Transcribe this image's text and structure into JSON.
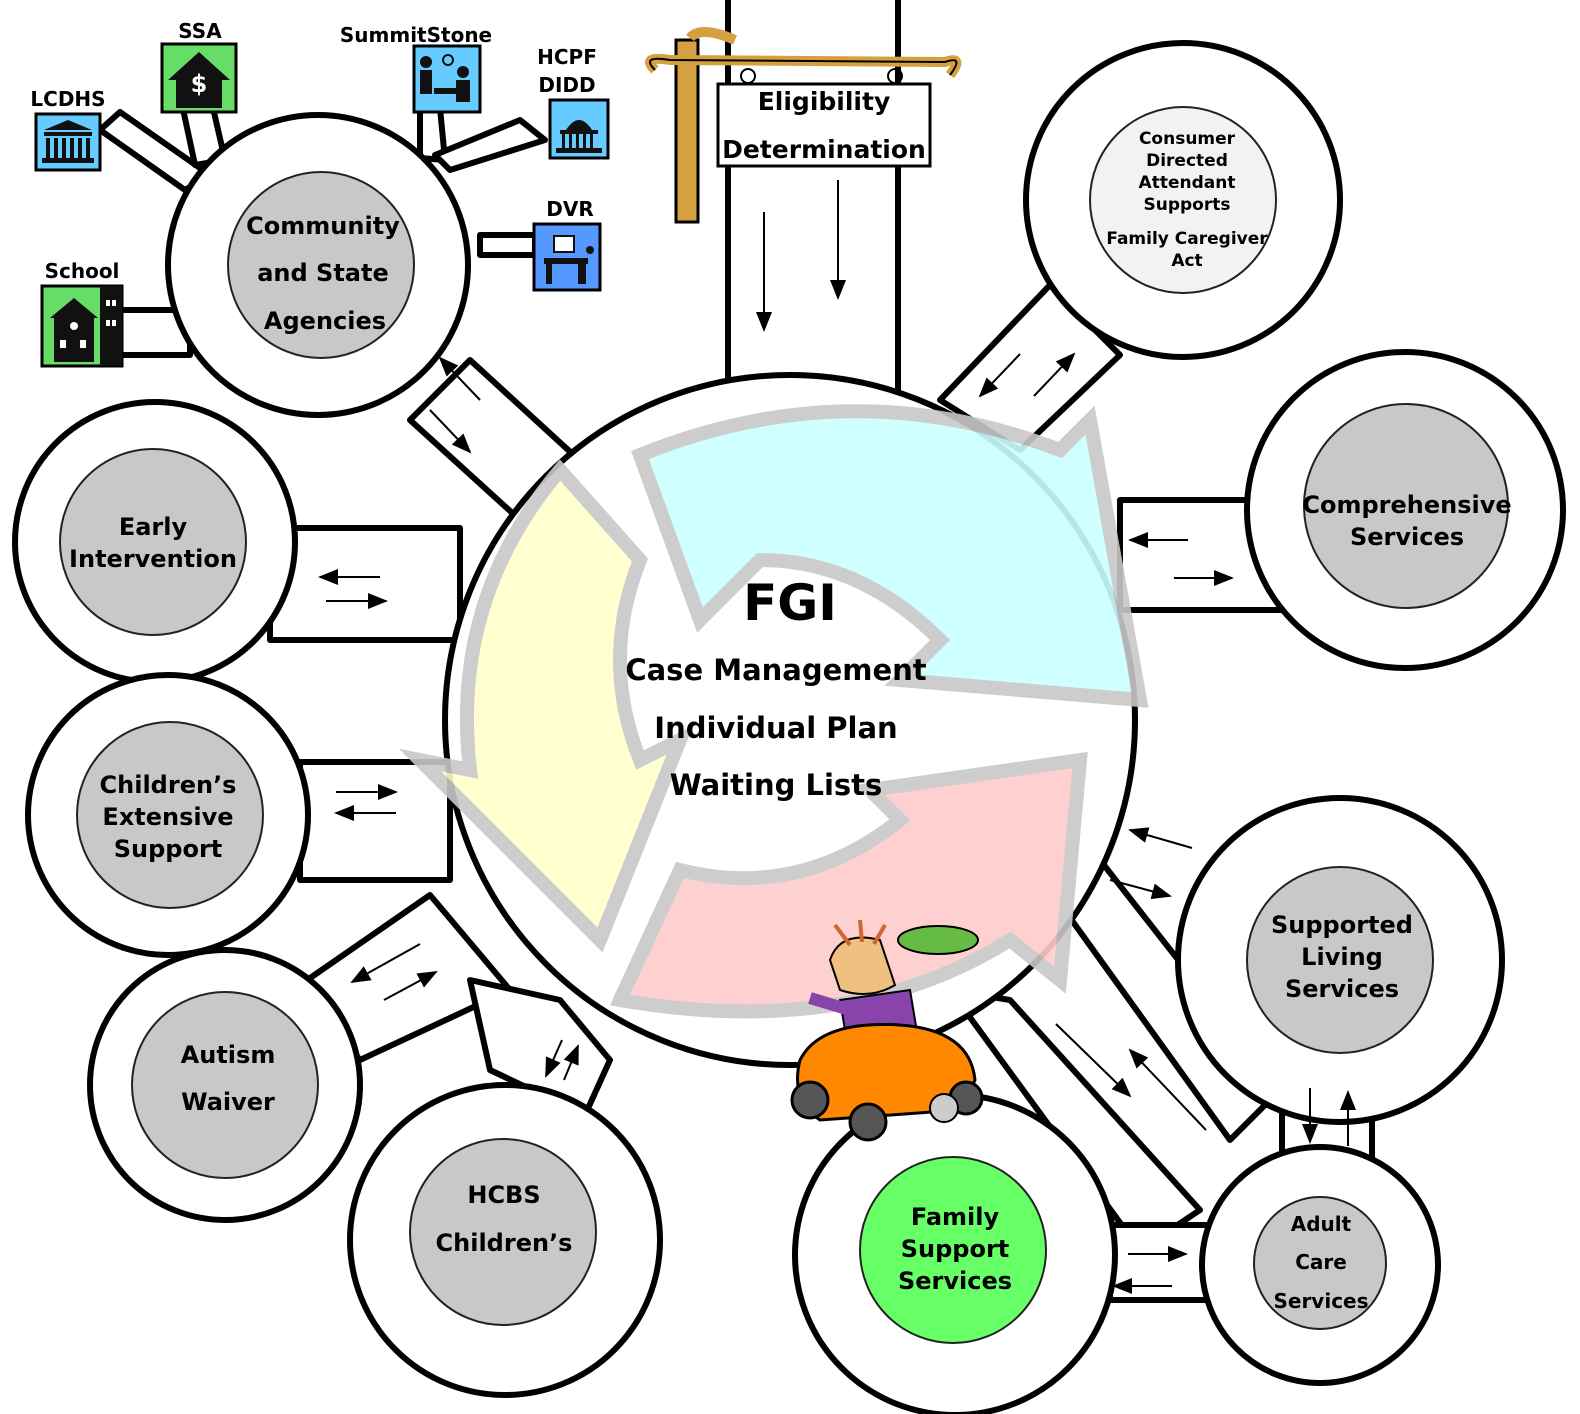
{
  "center": {
    "title": "FGI",
    "lines": [
      "Case Management",
      "Individual Plan",
      "Waiting Lists"
    ]
  },
  "sign": {
    "line1": "Eligibility",
    "line2": "Determination"
  },
  "hub": {
    "lines": [
      "Community",
      "and State",
      "Agencies"
    ]
  },
  "agencies": {
    "ssa": "SSA",
    "summitstone": "SummitStone",
    "hcpf_line1": "HCPF",
    "hcpf_line2": "DIDD",
    "lcdhs": "LCDHS",
    "dvr": "DVR",
    "school": "School"
  },
  "nodes": {
    "consumer": [
      "Consumer",
      "Directed",
      "Attendant",
      "Supports"
    ],
    "caregiver": [
      "Family Caregiver",
      "Act"
    ],
    "comprehensive": [
      "Comprehensive",
      "Services"
    ],
    "supported_living": [
      "Supported",
      "Living",
      "Services"
    ],
    "adult_care": [
      "Adult",
      "Care",
      "Services"
    ],
    "family_support": [
      "Family",
      "Support",
      "Services"
    ],
    "hcbs": [
      "HCBS",
      "Children’s"
    ],
    "autism": [
      "Autism",
      "Waiver"
    ],
    "childrens_extensive": [
      "Children’s",
      "Extensive",
      "Support"
    ],
    "early_intervention": [
      "Early",
      "Intervention"
    ]
  },
  "colors": {
    "node_gray": "#c8c8c8",
    "family_green": "#66ff66",
    "consumer_fill": "#f2f2f2",
    "arrow_cyan": "#ccffff",
    "arrow_yellow": "#ffffcc",
    "arrow_pink": "#ffcccc",
    "sign_post": "#d4a040",
    "icon_green": "#66dd66",
    "icon_blue": "#66ccff",
    "car_orange": "#ff8800"
  }
}
